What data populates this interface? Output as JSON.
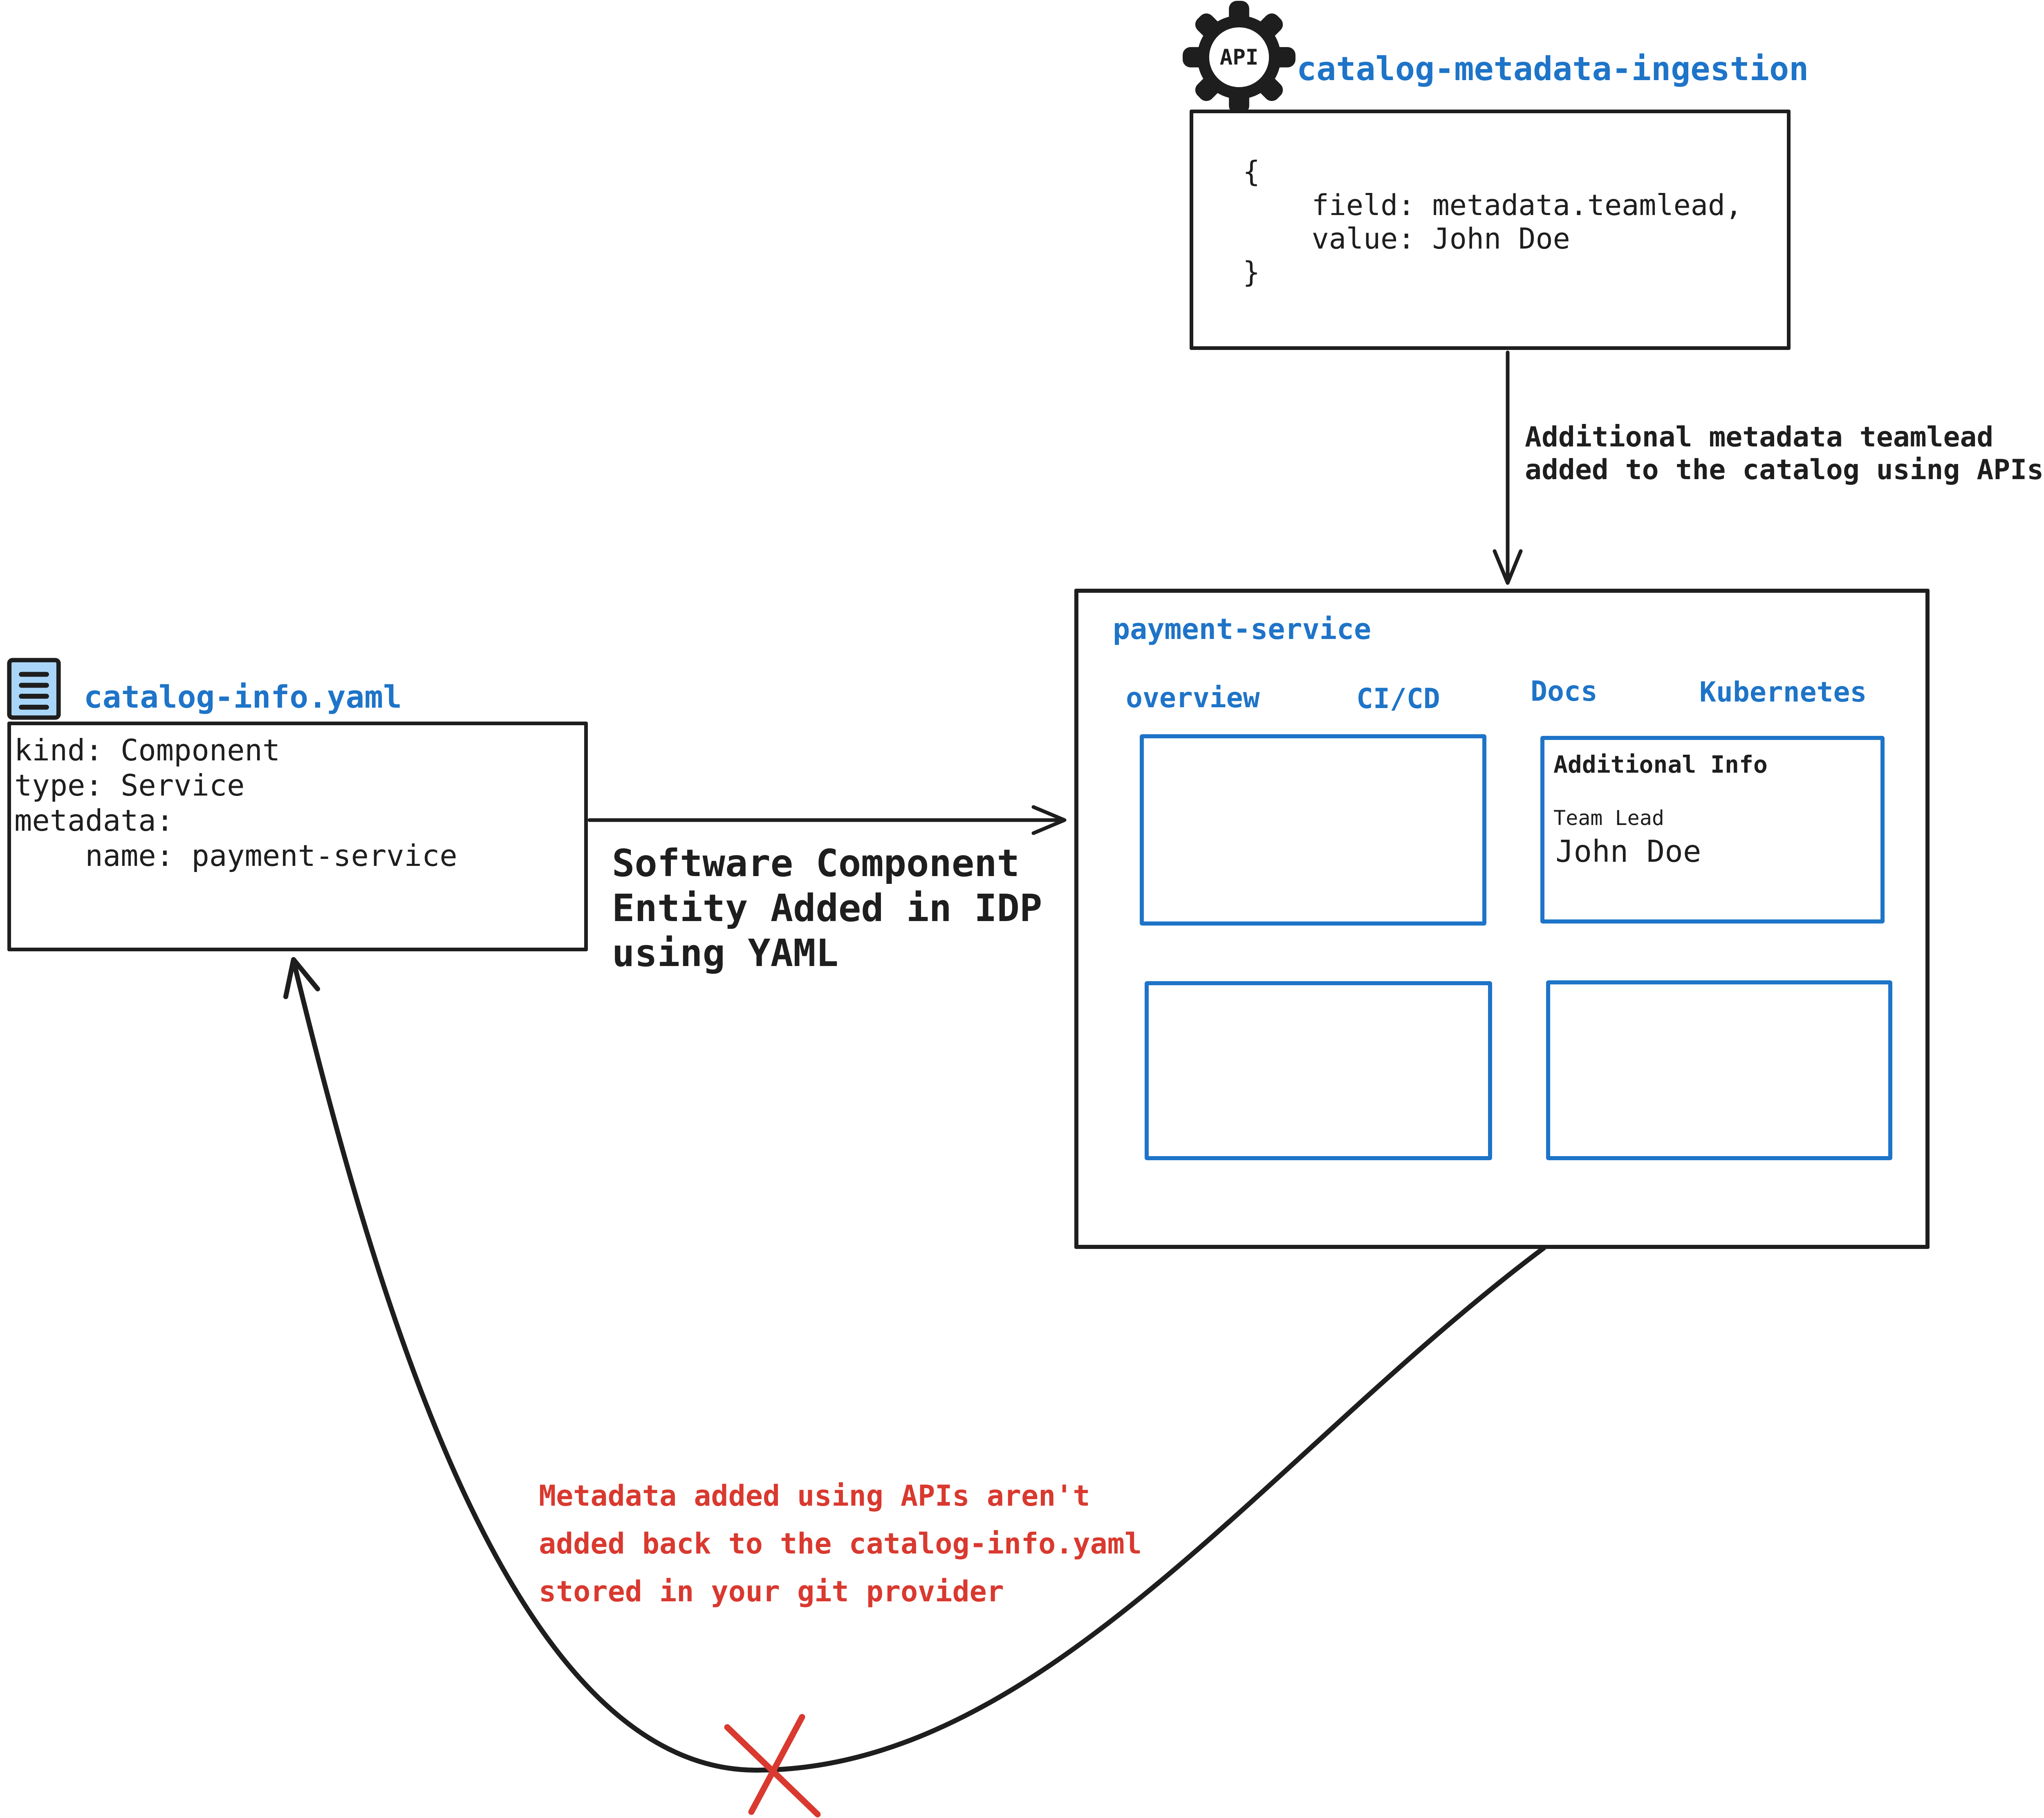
{
  "colors": {
    "blue": "#1e74c8",
    "black": "#1e1e1e",
    "red": "#d9392f",
    "icon_fill": "#a9d6f8"
  },
  "api_ingestion": {
    "icon_label": "API",
    "title": "catalog-metadata-ingestion",
    "code": "{\n    field: metadata.teamlead,\n    value: John Doe\n}"
  },
  "api_arrow_label": "Additional metadata teamlead\nadded to the catalog using APIs",
  "payment_service": {
    "title": "payment-service",
    "tabs": [
      "overview",
      "CI/CD",
      "Docs",
      "Kubernetes"
    ],
    "docs_panel": {
      "heading": "Additional Info",
      "field_label": "Team Lead",
      "field_value": "John Doe"
    }
  },
  "yaml_file": {
    "title": "catalog-info.yaml",
    "code": "kind: Component\ntype: Service\nmetadata:\n    name: payment-service"
  },
  "yaml_arrow_label": "Software Component\nEntity Added in IDP\nusing YAML",
  "return_note": "Metadata added using APIs aren't\nadded back to the catalog-info.yaml\nstored in your git provider"
}
